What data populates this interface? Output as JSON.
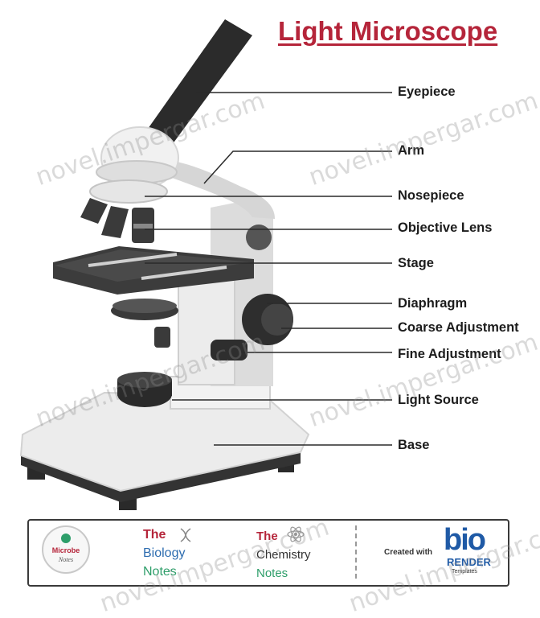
{
  "title": "Light Microscope",
  "labels": [
    "Eyepiece",
    "Arm",
    "Nosepiece",
    "Objective Lens",
    "Stage",
    "Diaphragm",
    "Coarse Adjustment",
    "Fine Adjustment",
    "Light Source",
    "Base"
  ],
  "watermark": "novel.impergar.com",
  "footer": {
    "logo_name": "Microbe",
    "logo_sub": "Notes",
    "biology": {
      "first": "The",
      "rest": [
        "Biology",
        "Notes"
      ]
    },
    "chemistry": {
      "first": "The",
      "rest": [
        "Chemistry",
        "Notes"
      ]
    },
    "created_with": "Created with",
    "bio_word": "bio",
    "bio_render": "RENDER",
    "bio_templates": "Templates"
  },
  "colors": {
    "title": "#b5253a",
    "dark": "#2f2f2f",
    "body_light": "#e8e8e8",
    "body_mid": "#cfcfcf",
    "label": "#1c1c1c"
  }
}
